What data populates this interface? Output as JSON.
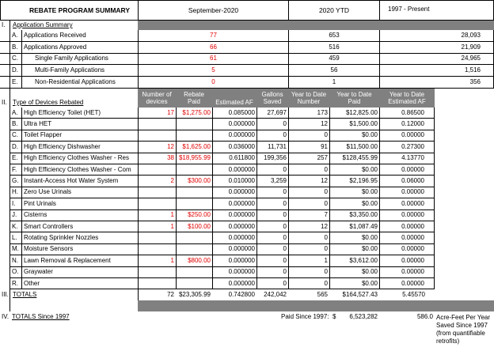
{
  "header": {
    "title": "REBATE PROGRAM SUMMARY",
    "period": "September-2020",
    "ytd": "2020 YTD",
    "since": "1997 - Present"
  },
  "section1": {
    "num": "I.",
    "title": "Application Summary",
    "rows": [
      {
        "letter": "A.",
        "label": "Applications Received",
        "month": "77",
        "ytd": "653",
        "since": "28,093"
      },
      {
        "letter": "B.",
        "label": "Applications Approved",
        "month": "66",
        "ytd": "516",
        "since": "21,909"
      },
      {
        "letter": "C.",
        "label": "Single Family Applications",
        "month": "61",
        "ytd": "459",
        "since": "24,965"
      },
      {
        "letter": "D.",
        "label": "Multi-Family Applications",
        "month": "5",
        "ytd": "56",
        "since": "1,516"
      },
      {
        "letter": "E.",
        "label": "Non-Residential Applications",
        "month": "0",
        "ytd": "1",
        "since": "356"
      }
    ]
  },
  "section2": {
    "num": "II.",
    "title": "Type of Devices Rebated",
    "columns": {
      "devices_a": "Number of",
      "devices_b": "devices",
      "paid_a": "Rebate",
      "paid_b": "Paid",
      "af": "Estimated AF",
      "gal_a": "Gallons",
      "gal_b": "Saved",
      "ytdnum_a": "Year to Date",
      "ytdnum_b": "Number",
      "ytdpaid_a": "Year to Date",
      "ytdpaid_b": "Paid",
      "ytdaf_a": "Year to Date",
      "ytdaf_b": "Estimated AF"
    },
    "rows": [
      {
        "letter": "A.",
        "label": "High Efficiency Toilet (HET)",
        "devices": "17",
        "paid": "$1,275.00",
        "af": "0.085000",
        "gal": "27,697",
        "ytdnum": "173",
        "ytdpaid": "$12,825.00",
        "ytdaf": "0.86500"
      },
      {
        "letter": "B.",
        "label": "Ultra HET",
        "devices": "",
        "paid": "",
        "af": "0.000000",
        "gal": "0",
        "ytdnum": "12",
        "ytdpaid": "$1,500.00",
        "ytdaf": "0.12000"
      },
      {
        "letter": "C.",
        "label": "Toilet Flapper",
        "devices": "",
        "paid": "",
        "af": "0.000000",
        "gal": "0",
        "ytdnum": "0",
        "ytdpaid": "$0.00",
        "ytdaf": "0.00000"
      },
      {
        "letter": "D.",
        "label": "High Efficiency Dishwasher",
        "devices": "12",
        "paid": "$1,625.00",
        "af": "0.036000",
        "gal": "11,731",
        "ytdnum": "91",
        "ytdpaid": "$11,500.00",
        "ytdaf": "0.27300"
      },
      {
        "letter": "E.",
        "label": "High Efficiency Clothes Washer - Res",
        "devices": "38",
        "paid": "$18,955.99",
        "af": "0.611800",
        "gal": "199,356",
        "ytdnum": "257",
        "ytdpaid": "$128,455.99",
        "ytdaf": "4.13770"
      },
      {
        "letter": "F.",
        "label": "High Efficiency Clothes Washer - Com",
        "devices": "",
        "paid": "",
        "af": "0.000000",
        "gal": "0",
        "ytdnum": "0",
        "ytdpaid": "$0.00",
        "ytdaf": "0.00000"
      },
      {
        "letter": "G.",
        "label": "Instant-Access Hot Water System",
        "devices": "2",
        "paid": "$300.00",
        "af": "0.010000",
        "gal": "3,259",
        "ytdnum": "12",
        "ytdpaid": "$2,196.95",
        "ytdaf": "0.06000"
      },
      {
        "letter": "H.",
        "label": "Zero Use Urinals",
        "devices": "",
        "paid": "",
        "af": "0.000000",
        "gal": "0",
        "ytdnum": "0",
        "ytdpaid": "$0.00",
        "ytdaf": "0.00000"
      },
      {
        "letter": "I.",
        "label": "Pint Urinals",
        "devices": "",
        "paid": "",
        "af": "0.000000",
        "gal": "0",
        "ytdnum": "0",
        "ytdpaid": "$0.00",
        "ytdaf": "0.00000"
      },
      {
        "letter": "J.",
        "label": "Cisterns",
        "devices": "1",
        "paid": "$250.00",
        "af": "0.000000",
        "gal": "0",
        "ytdnum": "7",
        "ytdpaid": "$3,350.00",
        "ytdaf": "0.00000"
      },
      {
        "letter": "K.",
        "label": "Smart Controllers",
        "devices": "1",
        "paid": "$100.00",
        "af": "0.000000",
        "gal": "0",
        "ytdnum": "12",
        "ytdpaid": "$1,087.49",
        "ytdaf": "0.00000"
      },
      {
        "letter": "L.",
        "label": "Rotating Sprinkler Nozzles",
        "devices": "",
        "paid": "",
        "af": "0.000000",
        "gal": "0",
        "ytdnum": "0",
        "ytdpaid": "$0.00",
        "ytdaf": "0.00000"
      },
      {
        "letter": "M.",
        "label": "Moisture Sensors",
        "devices": "",
        "paid": "",
        "af": "0.000000",
        "gal": "0",
        "ytdnum": "0",
        "ytdpaid": "$0.00",
        "ytdaf": "0.00000"
      },
      {
        "letter": "N.",
        "label": "Lawn Removal & Replacement",
        "devices": "1",
        "paid": "$800.00",
        "af": "0.000000",
        "gal": "0",
        "ytdnum": "1",
        "ytdpaid": "$3,612.00",
        "ytdaf": "0.00000"
      },
      {
        "letter": "O.",
        "label": "Graywater",
        "devices": "",
        "paid": "",
        "af": "0.000000",
        "gal": "0",
        "ytdnum": "0",
        "ytdpaid": "$0.00",
        "ytdaf": "0.00000"
      },
      {
        "letter": "R.",
        "label": "Other",
        "devices": "",
        "paid": "",
        "af": "0.000000",
        "gal": "0",
        "ytdnum": "0",
        "ytdpaid": "$0.00",
        "ytdaf": "0.00000"
      }
    ]
  },
  "totals": {
    "num": "III.",
    "label": "TOTALS",
    "devices": "72",
    "paid": "$23,305.99",
    "af": "0.742800",
    "gal": "242,042",
    "ytdnum": "565",
    "ytdpaid": "$164,527.43",
    "ytdaf": "5.45570"
  },
  "since1997": {
    "num": "IV.",
    "label": "TOTALS Since 1997",
    "paid_label": "Paid Since 1997:",
    "currency": "$",
    "paid": "6,523,282",
    "af": "586.0",
    "note1": "Acre-Feet Per Year",
    "note2": "Saved Since 1997",
    "note3": "(from quantifiable",
    "note4": "retrofits)"
  }
}
